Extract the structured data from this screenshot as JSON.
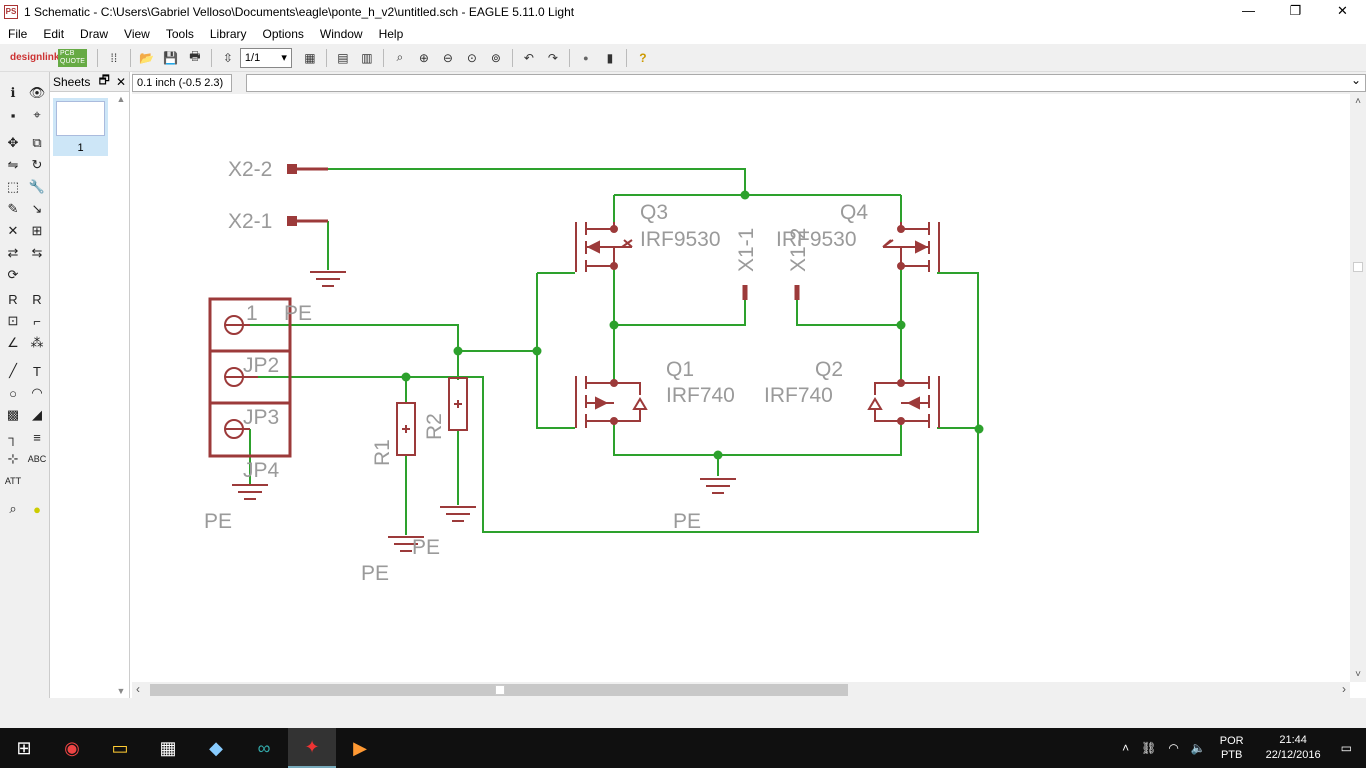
{
  "window": {
    "title": "1 Schematic - C:\\Users\\Gabriel Velloso\\Documents\\eagle\\ponte_h_v2\\untitled.sch - EAGLE 5.11.0 Light",
    "minimize": "—",
    "restore": "❐",
    "close": "✕"
  },
  "menu": [
    "File",
    "Edit",
    "Draw",
    "View",
    "Tools",
    "Library",
    "Options",
    "Window",
    "Help"
  ],
  "toolbar": {
    "sheet_select": "1/1",
    "logo": "designlink"
  },
  "sheets_panel": {
    "title": "Sheets",
    "sheet_number": "1"
  },
  "coordinate": "0.1 inch (-0.5 2.3)",
  "schematic": {
    "net_labels": {
      "x2_2": "X2-2",
      "x2_1": "X2-1"
    },
    "connector": {
      "pin1": "1",
      "jp2": "JP2",
      "jp3": "JP3",
      "jp4": "JP4",
      "pe_top": "PE"
    },
    "transistors": {
      "q3_name": "Q3",
      "q3_value": "IRF9530",
      "q4_name": "Q4",
      "q4_value": "IRF9530",
      "q1_name": "Q1",
      "q1_value": "IRF740",
      "q2_name": "Q2",
      "q2_value": "IRF740"
    },
    "output_labels": {
      "x1_1": "X1-1",
      "x1_2": "X1-2"
    },
    "resistors": {
      "r1": "R1",
      "r2": "R2"
    },
    "ground_labels": {
      "pe_left": "PE",
      "pe_r1": "PE",
      "pe_r2": "PE",
      "pe_bottom": "PE"
    }
  },
  "taskbar": {
    "language": "POR",
    "layout": "PTB",
    "time": "21:44",
    "date": "22/12/2016"
  }
}
